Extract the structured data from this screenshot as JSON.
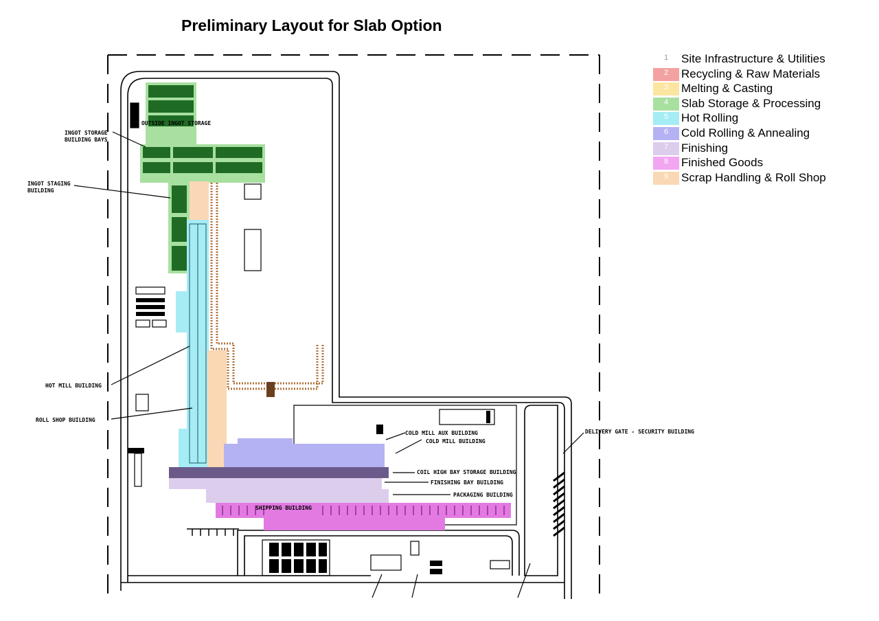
{
  "title": "Preliminary Layout for Slab Option",
  "legend": [
    {
      "num": "1",
      "label": "Site Infrastructure & Utilities",
      "color": "#ffffff"
    },
    {
      "num": "2",
      "label": "Recycling & Raw Materials",
      "color": "#f4a1a1"
    },
    {
      "num": "3",
      "label": "Melting & Casting",
      "color": "#fbe5a0"
    },
    {
      "num": "4",
      "label": "Slab Storage & Processing",
      "color": "#a8e0a0"
    },
    {
      "num": "5",
      "label": "Hot Rolling",
      "color": "#a6ecf5"
    },
    {
      "num": "6",
      "label": "Cold Rolling & Annealing",
      "color": "#b4b2f2"
    },
    {
      "num": "7",
      "label": "Finishing",
      "color": "#dccdec"
    },
    {
      "num": "8",
      "label": "Finished Goods",
      "color": "#f2a6f2"
    },
    {
      "num": "9",
      "label": "Scrap Handling & Roll Shop",
      "color": "#fad8b5"
    }
  ],
  "labels": {
    "outside_ingot_storage": "OUTSIDE INGOT STORAGE",
    "ingot_storage_bays": "INGOT STORAGE BUILDING BAYS",
    "ingot_storage_l1": "INGOT STORAGE",
    "ingot_storage_l2": "BUILDING BAYS",
    "ingot_staging_l1": "INGOT STAGING",
    "ingot_staging_l2": "BUILDING",
    "hot_mill": "HOT MILL BUILDING",
    "roll_shop": "ROLL SHOP BUILDING",
    "cold_mill_aux": "COLD MILL AUX BUILDING",
    "cold_mill": "COLD MILL BUILDING",
    "coil_high_bay": "COIL HIGH BAY STORAGE BUILDING",
    "finishing_bay": "FINISHING BAY BUILDING",
    "packaging": "PACKAGING BUILDING",
    "shipping": "SHIPPING BUILDING",
    "delivery_gate": "DELIVERY GATE - SECURITY BUILDING"
  }
}
